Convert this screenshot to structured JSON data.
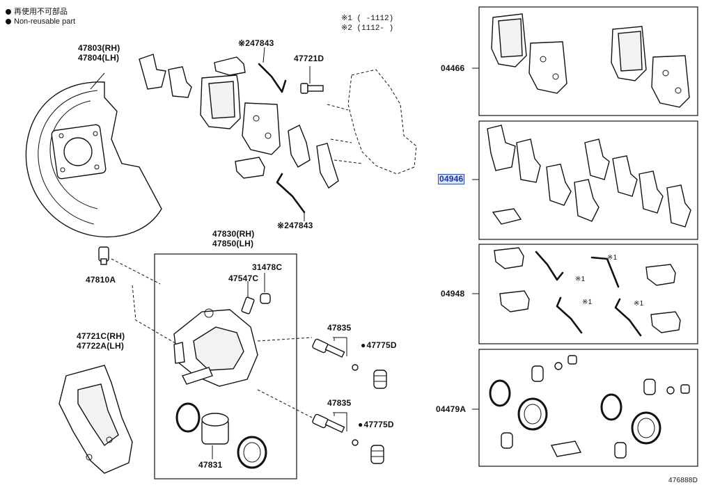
{
  "legend": {
    "line1": "再使用不可部品",
    "line2": "Non-reusable part"
  },
  "notes": {
    "n1": "※1 (    -1112)",
    "n2": "※2 (1112-     )"
  },
  "labels": {
    "p47803": "47803(RH)",
    "p47804": "47804(LH)",
    "p47843a": "※247843",
    "p47843b": "※247843",
    "p47721D": "47721D",
    "p47830": "47830(RH)",
    "p47850": "47850(LH)",
    "p31478C": "31478C",
    "p47547C": "47547C",
    "p47810A": "47810A",
    "p47721C": "47721C(RH)",
    "p47722A": "47722A(LH)",
    "p47835a": "47835",
    "p47835b": "47835",
    "p47775Da": "47775D",
    "p47775Db": "47775D",
    "p47831": "47831",
    "k04466": "04466",
    "k04946": "04946",
    "k04948": "04948",
    "k04479A": "04479A",
    "m1a": "※1",
    "m1b": "※1",
    "m1c": "※1",
    "m1d": "※1",
    "ref": "476888D"
  }
}
